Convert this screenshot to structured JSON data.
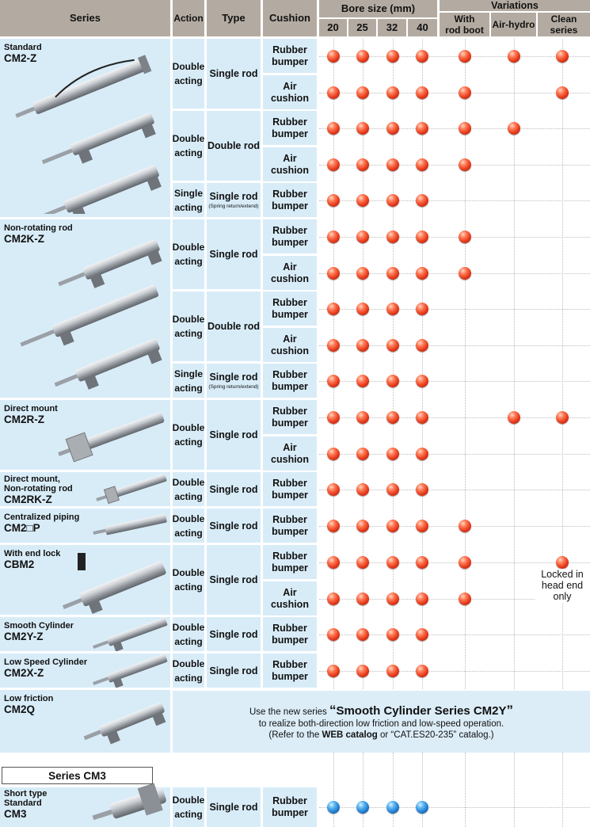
{
  "header": {
    "series": "Series",
    "action": "Action",
    "type": "Type",
    "cushion": "Cushion",
    "bore_size": "Bore size (mm)",
    "bores": [
      "20",
      "25",
      "32",
      "40"
    ],
    "variations": "Variations",
    "var_cols": [
      "With\nrod boot",
      "Air-hydro",
      "Clean\nseries"
    ]
  },
  "series": [
    {
      "line1": "Standard",
      "line2": "CM2-Z"
    },
    {
      "line1": "Non-rotating rod",
      "line2": "CM2K-Z"
    },
    {
      "line1": "Direct mount",
      "line2": "CM2R-Z"
    },
    {
      "line1": "Direct mount,\nNon-rotating rod",
      "line2": "CM2RK-Z"
    },
    {
      "line1": "Centralized piping",
      "line2": "CM2□P"
    },
    {
      "line1": "With end lock",
      "line2": "CBM2"
    },
    {
      "line1": "Smooth Cylinder",
      "line2": "CM2Y-Z"
    },
    {
      "line1": "Low Speed Cylinder",
      "line2": "CM2X-Z"
    },
    {
      "line1": "Low friction",
      "line2": "CM2Q"
    },
    {
      "line1": "Short type\nStandard",
      "line2": "CM3"
    }
  ],
  "labels": {
    "double_acting": "Double\nacting",
    "single_acting": "Single\nacting",
    "single_rod": "Single rod",
    "double_rod": "Double rod",
    "spring": "(Spring return/extend)",
    "rubber_bumper": "Rubber\nbumper",
    "air_cushion": "Air\ncushion"
  },
  "note_locked": "Locked in\nhead end\nonly",
  "message": {
    "prefix": "Use the new series ",
    "highlight": "Smooth Cylinder Series CM2Y",
    "line2": "to realize both-direction low friction and low-speed operation.",
    "line3_a": "(Refer to the ",
    "line3_b": "WEB catalog",
    "line3_c": " or “CAT.ES20-235” catalog.)"
  },
  "cm3_title": "Series CM3",
  "availability": [
    {
      "row": "CM2-Z double acting single rod rubber bumper",
      "marks": [
        1,
        1,
        1,
        1,
        1,
        1,
        1
      ]
    },
    {
      "row": "CM2-Z double acting single rod air cushion",
      "marks": [
        1,
        1,
        1,
        1,
        1,
        0,
        1
      ]
    },
    {
      "row": "CM2-Z double acting double rod rubber bumper",
      "marks": [
        1,
        1,
        1,
        1,
        1,
        1,
        0
      ]
    },
    {
      "row": "CM2-Z double acting double rod air cushion",
      "marks": [
        1,
        1,
        1,
        1,
        1,
        0,
        0
      ]
    },
    {
      "row": "CM2-Z single acting single rod rubber bumper",
      "marks": [
        1,
        1,
        1,
        1,
        0,
        0,
        0
      ]
    },
    {
      "row": "CM2K-Z double acting single rod rubber bumper",
      "marks": [
        1,
        1,
        1,
        1,
        1,
        0,
        0
      ]
    },
    {
      "row": "CM2K-Z double acting single rod air cushion",
      "marks": [
        1,
        1,
        1,
        1,
        1,
        0,
        0
      ]
    },
    {
      "row": "CM2K-Z double acting double rod rubber bumper",
      "marks": [
        1,
        1,
        1,
        1,
        0,
        0,
        0
      ]
    },
    {
      "row": "CM2K-Z double acting double rod air cushion",
      "marks": [
        1,
        1,
        1,
        1,
        0,
        0,
        0
      ]
    },
    {
      "row": "CM2K-Z single acting single rod rubber bumper",
      "marks": [
        1,
        1,
        1,
        1,
        0,
        0,
        0
      ]
    },
    {
      "row": "CM2R-Z double acting single rod rubber bumper",
      "marks": [
        1,
        1,
        1,
        1,
        0,
        1,
        1
      ]
    },
    {
      "row": "CM2R-Z double acting single rod air cushion",
      "marks": [
        1,
        1,
        1,
        1,
        0,
        0,
        0
      ]
    },
    {
      "row": "CM2RK-Z double acting single rod rubber bumper",
      "marks": [
        1,
        1,
        1,
        1,
        0,
        0,
        0
      ]
    },
    {
      "row": "CM2□P double acting single rod rubber bumper",
      "marks": [
        1,
        1,
        1,
        1,
        1,
        0,
        0
      ]
    },
    {
      "row": "CBM2 double acting single rod rubber bumper",
      "marks": [
        1,
        1,
        1,
        1,
        1,
        0,
        1
      ]
    },
    {
      "row": "CBM2 double acting single rod air cushion",
      "marks": [
        1,
        1,
        1,
        1,
        1,
        0,
        0
      ]
    },
    {
      "row": "CM2Y-Z double acting single rod rubber bumper",
      "marks": [
        1,
        1,
        1,
        1,
        0,
        0,
        0
      ]
    },
    {
      "row": "CM2X-Z double acting single rod rubber bumper",
      "marks": [
        1,
        1,
        1,
        1,
        0,
        0,
        0
      ]
    },
    {
      "row": "CM3 double acting single rod rubber bumper",
      "marks": [
        2,
        2,
        2,
        2,
        0,
        0,
        0
      ]
    }
  ],
  "colors": {
    "header": "#b3aba1",
    "light_blue": "#d8ecf8",
    "red_mark": "#e3381a",
    "blue_mark": "#1f78cc"
  }
}
